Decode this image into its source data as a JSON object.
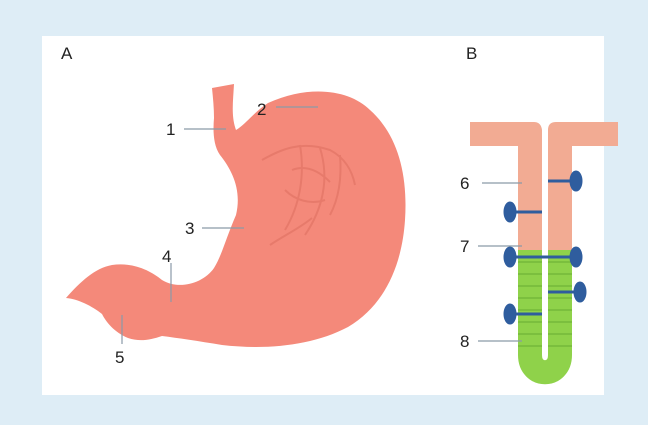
{
  "panels": {
    "a_label": "A",
    "b_label": "B"
  },
  "labels": {
    "l1": "1",
    "l2": "2",
    "l3": "3",
    "l4": "4",
    "l5": "5",
    "l6": "6",
    "l7": "7",
    "l8": "8"
  },
  "colors": {
    "background": "#deedf6",
    "panel": "#ffffff",
    "stomach": "#f4897a",
    "stomach_vessels": "#e27565",
    "pink_tissue": "#f2ab93",
    "green_tissue": "#8fd24a",
    "blue_ligature": "#2f5d9e",
    "leader_line": "#8a9aa8"
  }
}
